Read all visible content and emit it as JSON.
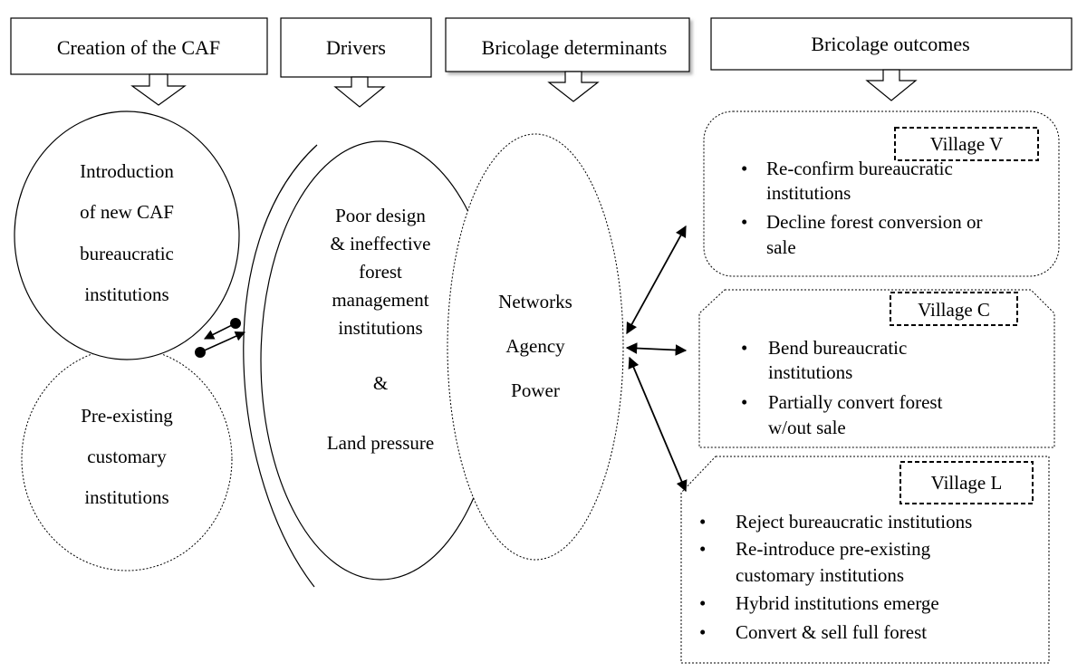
{
  "headers": {
    "creation": "Creation of the CAF",
    "drivers": "Drivers",
    "determinants": "Bricolage determinants",
    "outcomes": "Bricolage outcomes"
  },
  "left": {
    "new_institutions": [
      "Introduction",
      "of new CAF",
      "bureaucratic",
      "institutions"
    ],
    "customary": [
      "Pre-existing",
      "customary",
      "institutions"
    ]
  },
  "drivers": {
    "lines": [
      "Poor design",
      "& ineffective",
      "forest",
      "management",
      "institutions"
    ],
    "amp": "&",
    "land": "Land pressure"
  },
  "determinants": [
    "Networks",
    "Agency",
    "Power"
  ],
  "outcomes": {
    "village_v": {
      "label": "Village V",
      "bullet1": [
        "Re-confirm bureaucratic",
        "institutions"
      ],
      "bullet2": [
        "Decline forest conversion or",
        "sale"
      ]
    },
    "village_c": {
      "label": "Village C",
      "bullet1": [
        "Bend bureaucratic",
        "institutions"
      ],
      "bullet2": [
        "Partially convert forest",
        "w/out sale"
      ]
    },
    "village_l": {
      "label": "Village L",
      "bullet1": "Reject bureaucratic institutions",
      "bullet2": [
        "Re-introduce pre-existing",
        "customary institutions"
      ],
      "bullet3": "Hybrid institutions emerge",
      "bullet4": "Convert & sell full forest"
    }
  }
}
